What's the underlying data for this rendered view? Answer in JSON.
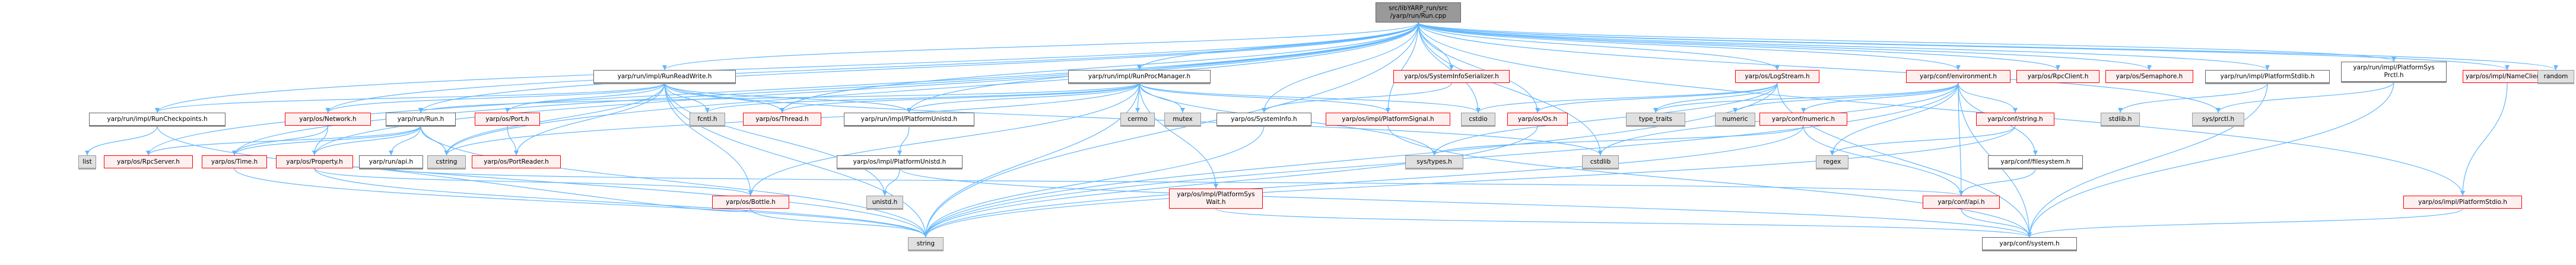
{
  "diagram": {
    "type": "include-dependency-graph",
    "edge_color": "#63b8ff",
    "root": "src/libYARP_run/src\n/yarp/run/Run.cpp",
    "nodes": [
      {
        "id": "root",
        "label": "src/libYARP_run/src\n/yarp/run/Run.cpp",
        "kind": "root"
      },
      {
        "id": "RunReadWrite",
        "label": "yarp/run/impl/RunReadWrite.h",
        "kind": "doc"
      },
      {
        "id": "RunProcManager",
        "label": "yarp/run/impl/RunProcManager.h",
        "kind": "doc"
      },
      {
        "id": "SystemInfoSerializer",
        "label": "yarp/os/SystemInfoSerializer.h",
        "kind": "red"
      },
      {
        "id": "LogStream",
        "label": "yarp/os/LogStream.h",
        "kind": "red"
      },
      {
        "id": "environment",
        "label": "yarp/conf/environment.h",
        "kind": "red"
      },
      {
        "id": "RpcClient",
        "label": "yarp/os/RpcClient.h",
        "kind": "red"
      },
      {
        "id": "Semaphore",
        "label": "yarp/os/Semaphore.h",
        "kind": "red"
      },
      {
        "id": "PlatformStdlib",
        "label": "yarp/run/impl/PlatformStdlib.h",
        "kind": "doc"
      },
      {
        "id": "PlatformSysPrctl",
        "label": "yarp/run/impl/PlatformSys\nPrctl.h",
        "kind": "doc"
      },
      {
        "id": "NameClient",
        "label": "yarp/os/impl/NameClient.h",
        "kind": "red"
      },
      {
        "id": "random",
        "label": "random",
        "kind": "sys"
      },
      {
        "id": "RunCheckpoints",
        "label": "yarp/run/impl/RunCheckpoints.h",
        "kind": "doc"
      },
      {
        "id": "Network",
        "label": "yarp/os/Network.h",
        "kind": "red"
      },
      {
        "id": "RunH",
        "label": "yarp/run/Run.h",
        "kind": "doc"
      },
      {
        "id": "Port",
        "label": "yarp/os/Port.h",
        "kind": "red"
      },
      {
        "id": "fcntl",
        "label": "fcntl.h",
        "kind": "sys"
      },
      {
        "id": "Thread",
        "label": "yarp/os/Thread.h",
        "kind": "red"
      },
      {
        "id": "PlatformUnistdRun",
        "label": "yarp/run/impl/PlatformUnistd.h",
        "kind": "doc"
      },
      {
        "id": "cerrno",
        "label": "cerrno",
        "kind": "sys"
      },
      {
        "id": "mutex",
        "label": "mutex",
        "kind": "sys"
      },
      {
        "id": "SystemInfo",
        "label": "yarp/os/SystemInfo.h",
        "kind": "doc"
      },
      {
        "id": "PlatformSignal",
        "label": "yarp/os/impl/PlatformSignal.h",
        "kind": "red"
      },
      {
        "id": "cstdio",
        "label": "cstdio",
        "kind": "sys"
      },
      {
        "id": "Os",
        "label": "yarp/os/Os.h",
        "kind": "red"
      },
      {
        "id": "type_traits",
        "label": "type_traits",
        "kind": "sys"
      },
      {
        "id": "numeric",
        "label": "numeric",
        "kind": "sys"
      },
      {
        "id": "confnumeric",
        "label": "yarp/conf/numeric.h",
        "kind": "red"
      },
      {
        "id": "confstring",
        "label": "yarp/conf/string.h",
        "kind": "red"
      },
      {
        "id": "stdlibh",
        "label": "stdlib.h",
        "kind": "sys"
      },
      {
        "id": "sysprctl",
        "label": "sys/prctl.h",
        "kind": "sys"
      },
      {
        "id": "list",
        "label": "list",
        "kind": "sys"
      },
      {
        "id": "RpcServer",
        "label": "yarp/os/RpcServer.h",
        "kind": "red"
      },
      {
        "id": "Time",
        "label": "yarp/os/Time.h",
        "kind": "red"
      },
      {
        "id": "Property",
        "label": "yarp/os/Property.h",
        "kind": "red"
      },
      {
        "id": "runapi",
        "label": "yarp/run/api.h",
        "kind": "doc"
      },
      {
        "id": "cstring",
        "label": "cstring",
        "kind": "sys"
      },
      {
        "id": "PortReader",
        "label": "yarp/os/PortReader.h",
        "kind": "red"
      },
      {
        "id": "PlatformUnistdOs",
        "label": "yarp/os/impl/PlatformUnistd.h",
        "kind": "doc"
      },
      {
        "id": "systypes",
        "label": "sys/types.h",
        "kind": "sys"
      },
      {
        "id": "cstdlib",
        "label": "cstdlib",
        "kind": "sys"
      },
      {
        "id": "regex",
        "label": "regex",
        "kind": "sys"
      },
      {
        "id": "filesystem",
        "label": "yarp/conf/filesystem.h",
        "kind": "doc"
      },
      {
        "id": "Bottle",
        "label": "yarp/os/Bottle.h",
        "kind": "red"
      },
      {
        "id": "unistd",
        "label": "unistd.h",
        "kind": "sys"
      },
      {
        "id": "PlatformSysWait",
        "label": "yarp/os/impl/PlatformSys\nWait.h",
        "kind": "red"
      },
      {
        "id": "confapi",
        "label": "yarp/conf/api.h",
        "kind": "red"
      },
      {
        "id": "PlatformStdio",
        "label": "yarp/os/impl/PlatformStdio.h",
        "kind": "red"
      },
      {
        "id": "string",
        "label": "string",
        "kind": "sys"
      },
      {
        "id": "confsystem",
        "label": "yarp/conf/system.h",
        "kind": "doc"
      }
    ],
    "edges": [
      [
        "root",
        "RunReadWrite"
      ],
      [
        "root",
        "RunProcManager"
      ],
      [
        "root",
        "SystemInfoSerializer"
      ],
      [
        "root",
        "LogStream"
      ],
      [
        "root",
        "environment"
      ],
      [
        "root",
        "RpcClient"
      ],
      [
        "root",
        "Semaphore"
      ],
      [
        "root",
        "PlatformStdlib"
      ],
      [
        "root",
        "PlatformSysPrctl"
      ],
      [
        "root",
        "NameClient"
      ],
      [
        "root",
        "random"
      ],
      [
        "root",
        "RunCheckpoints"
      ],
      [
        "root",
        "Network"
      ],
      [
        "root",
        "RunH"
      ],
      [
        "root",
        "Thread"
      ],
      [
        "root",
        "PlatformUnistdRun"
      ],
      [
        "root",
        "SystemInfo"
      ],
      [
        "root",
        "PlatformSignal"
      ],
      [
        "root",
        "cstdio"
      ],
      [
        "root",
        "Os"
      ],
      [
        "root",
        "RpcServer"
      ],
      [
        "root",
        "Time"
      ],
      [
        "root",
        "Property"
      ],
      [
        "root",
        "cstring"
      ],
      [
        "root",
        "string"
      ],
      [
        "root",
        "PlatformStdio"
      ],
      [
        "root",
        "cstdlib"
      ],
      [
        "root",
        "sysprctl"
      ],
      [
        "RunReadWrite",
        "RunCheckpoints"
      ],
      [
        "RunReadWrite",
        "Network"
      ],
      [
        "RunReadWrite",
        "Port"
      ],
      [
        "RunReadWrite",
        "fcntl"
      ],
      [
        "RunReadWrite",
        "Thread"
      ],
      [
        "RunReadWrite",
        "PlatformUnistdRun"
      ],
      [
        "RunReadWrite",
        "string"
      ],
      [
        "RunReadWrite",
        "unistd"
      ],
      [
        "RunReadWrite",
        "PortReader"
      ],
      [
        "RunReadWrite",
        "cstring"
      ],
      [
        "RunReadWrite",
        "Bottle"
      ],
      [
        "RunReadWrite",
        "cstdlib"
      ],
      [
        "RunProcManager",
        "RunH"
      ],
      [
        "RunProcManager",
        "fcntl"
      ],
      [
        "RunProcManager",
        "Thread"
      ],
      [
        "RunProcManager",
        "PlatformUnistdRun"
      ],
      [
        "RunProcManager",
        "cerrno"
      ],
      [
        "RunProcManager",
        "mutex"
      ],
      [
        "RunProcManager",
        "PlatformSignal"
      ],
      [
        "RunProcManager",
        "cstdio"
      ],
      [
        "RunProcManager",
        "string"
      ],
      [
        "RunProcManager",
        "PlatformSysWait"
      ],
      [
        "RunProcManager",
        "systypes"
      ],
      [
        "RunProcManager",
        "cstring"
      ],
      [
        "RunProcManager",
        "Bottle"
      ],
      [
        "SystemInfoSerializer",
        "SystemInfo"
      ],
      [
        "LogStream",
        "cstdio"
      ],
      [
        "LogStream",
        "Os"
      ],
      [
        "LogStream",
        "type_traits"
      ],
      [
        "LogStream",
        "string"
      ],
      [
        "LogStream",
        "confsystem"
      ],
      [
        "LogStream",
        "systypes"
      ],
      [
        "environment",
        "type_traits"
      ],
      [
        "environment",
        "numeric"
      ],
      [
        "environment",
        "confnumeric"
      ],
      [
        "environment",
        "confstring"
      ],
      [
        "environment",
        "confapi"
      ],
      [
        "environment",
        "confsystem"
      ],
      [
        "environment",
        "string"
      ],
      [
        "environment",
        "cstdlib"
      ],
      [
        "environment",
        "regex"
      ],
      [
        "environment",
        "filesystem"
      ],
      [
        "PlatformStdlib",
        "stdlibh"
      ],
      [
        "PlatformStdlib",
        "confsystem"
      ],
      [
        "PlatformSysPrctl",
        "sysprctl"
      ],
      [
        "PlatformSysPrctl",
        "confsystem"
      ],
      [
        "NameClient",
        "PlatformStdio"
      ],
      [
        "RunCheckpoints",
        "list"
      ],
      [
        "RunCheckpoints",
        "string"
      ],
      [
        "Network",
        "Time"
      ],
      [
        "Network",
        "Property"
      ],
      [
        "RunH",
        "RpcServer"
      ],
      [
        "RunH",
        "Time"
      ],
      [
        "RunH",
        "Property"
      ],
      [
        "RunH",
        "runapi"
      ],
      [
        "RunH",
        "cstring"
      ],
      [
        "RunH",
        "string"
      ],
      [
        "Port",
        "PortReader"
      ],
      [
        "PlatformUnistdRun",
        "PlatformUnistdOs"
      ],
      [
        "SystemInfo",
        "string"
      ],
      [
        "PlatformSignal",
        "confsystem"
      ],
      [
        "Os",
        "string"
      ],
      [
        "confnumeric",
        "confapi"
      ],
      [
        "confnumeric",
        "string"
      ],
      [
        "confnumeric",
        "systypes"
      ],
      [
        "confstring",
        "regex"
      ],
      [
        "confstring",
        "string"
      ],
      [
        "filesystem",
        "confapi"
      ],
      [
        "Time",
        "string"
      ],
      [
        "Property",
        "Bottle"
      ],
      [
        "Property",
        "string"
      ],
      [
        "runapi",
        "confapi"
      ],
      [
        "PlatformUnistdOs",
        "unistd"
      ],
      [
        "PlatformUnistdOs",
        "confsystem"
      ],
      [
        "Bottle",
        "Property"
      ],
      [
        "Bottle",
        "string"
      ],
      [
        "PlatformSysWait",
        "confsystem"
      ],
      [
        "confapi",
        "confsystem"
      ],
      [
        "PlatformStdio",
        "confsystem"
      ]
    ]
  }
}
